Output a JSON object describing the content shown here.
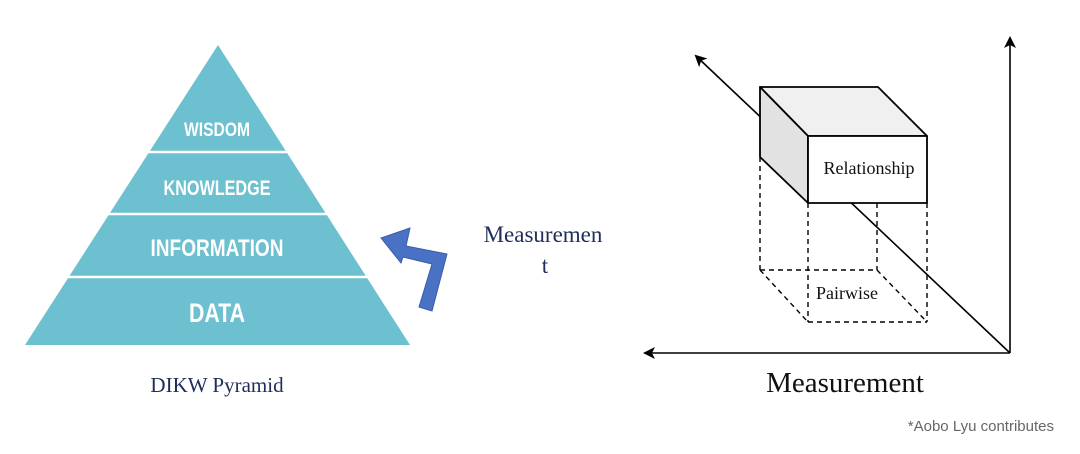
{
  "pyramid": {
    "levels": [
      "WISDOM",
      "KNOWLEDGE",
      "INFORMATION",
      "DATA"
    ],
    "caption": "DIKW Pyramid",
    "fill_color": "#6cc0cf"
  },
  "measurement_arrow": {
    "label_line1": "Measuremen",
    "label_line2": "t",
    "color": "#4a72c4"
  },
  "cube_diagram": {
    "box_label": "Relationship",
    "base_label": "Pairwise",
    "axis_label": "Measurement"
  },
  "credit": "*Aobo Lyu contributes"
}
